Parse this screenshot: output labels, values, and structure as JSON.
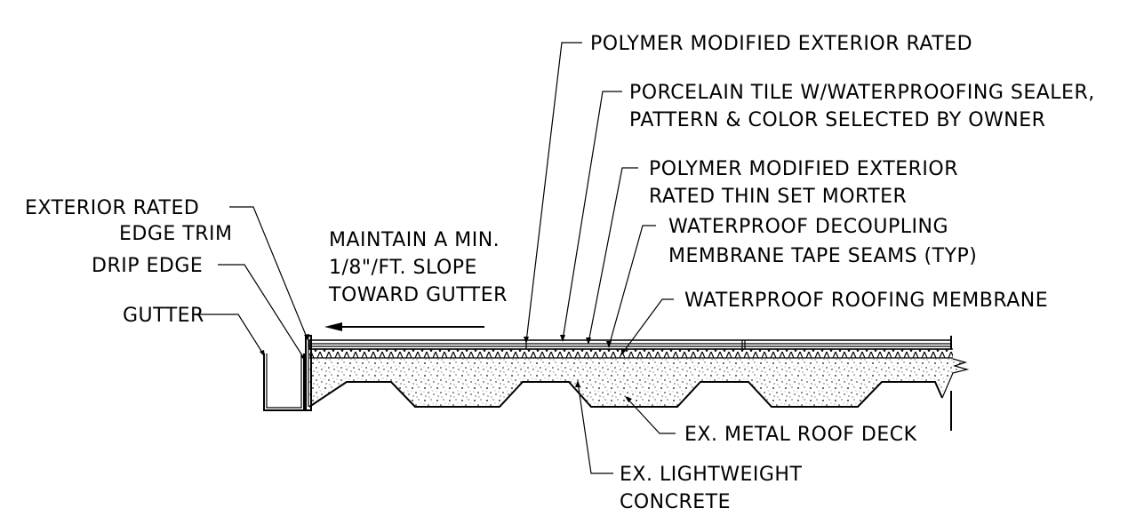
{
  "labels": {
    "polymer_exterior": "POLYMER MODIFIED EXTERIOR RATED",
    "porcelain_line1": "PORCELAIN TILE W/WATERPROOFING SEALER,",
    "porcelain_line2": "PATTERN & COLOR SELECTED BY OWNER",
    "thinset_line1": "POLYMER MODIFIED EXTERIOR",
    "thinset_line2": "RATED THIN SET MORTER",
    "decoupling_line1": "WATERPROOF DECOUPLING",
    "decoupling_line2": "MEMBRANE TAPE SEAMS (TYP)",
    "roofing_membrane": "WATERPROOF ROOFING MEMBRANE",
    "edge_trim_line1": "EXTERIOR RATED",
    "edge_trim_line2": "EDGE TRIM",
    "drip_edge": "DRIP EDGE",
    "gutter": "GUTTER",
    "slope_line1": "MAINTAIN A MIN.",
    "slope_line2": "1/8\"/FT. SLOPE",
    "slope_line3": "TOWARD GUTTER",
    "metal_deck": "EX. METAL ROOF DECK",
    "concrete_line1": "EX. LIGHTWEIGHT",
    "concrete_line2": "CONCRETE"
  }
}
